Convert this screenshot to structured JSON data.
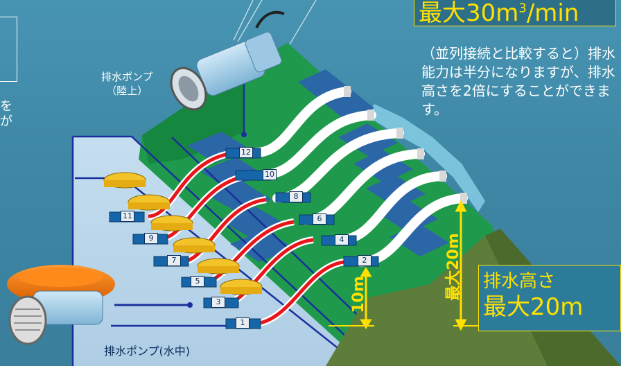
{
  "title": "最大30m3/min",
  "title_parts": {
    "main": "最大30m",
    "sup": "3",
    "unit": "/min"
  },
  "description": "（並列接続と比較すると）排水能力は半分になりますが、排水高さを2倍にすることができます。",
  "labels": {
    "land_pump_line1": "排水ポンプ",
    "land_pump_line2": "（陸上）",
    "submersible_pump": "排水ポンプ(水中)",
    "height_10m": "10m",
    "height_max_20m_vertical": "最大20m",
    "height_box_line1": "排水高さ",
    "height_box_line2": "最大20m",
    "left_partial_line1": "を",
    "left_partial_line2": "が"
  },
  "pump_numbers": [
    "1",
    "2",
    "3",
    "4",
    "5",
    "6",
    "7",
    "8",
    "9",
    "10",
    "11",
    "12"
  ],
  "colors": {
    "accent": "#ffe000",
    "background": "#3d88a6",
    "embankment": "#1f9a4c",
    "hill": "#5e7c3a",
    "water_panel": "#bcd9ee",
    "hose_red": "#e8161b",
    "hose_white": "#ffffff",
    "pipe_blue": "#1565a8",
    "float_yellow": "#f3c32a"
  },
  "icons": [
    "land-pump-icon",
    "submersible-pump-icon",
    "float-icon"
  ]
}
